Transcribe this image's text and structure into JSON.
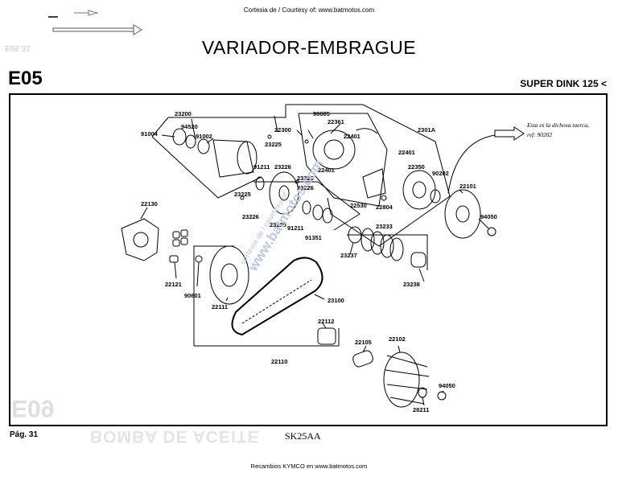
{
  "header": {
    "courtesy": "Cortesia de / Courtesy of: www.batmotos.com",
    "title": "VARIADOR-EMBRAGUE",
    "section_code": "E05",
    "model": "SUPER DINK 125 <"
  },
  "note": {
    "line1": "Esta es la dichosa tuerca,",
    "line2": "ref: 90202"
  },
  "watermark": {
    "main": "www.batmotos.com",
    "sub": "cortesia de / courtesy of"
  },
  "ghost": {
    "top": "E05 31",
    "e09": "E09",
    "bottom": "BOMBA DE ACEITE"
  },
  "parts": {
    "p23200": "23200",
    "p94520": "94520",
    "p91004": "91004",
    "p91002": "91002",
    "p90605": "90605",
    "p22361": "22361",
    "p22300": "22300",
    "p2301A": "2301A",
    "p22401a": "22401",
    "p22401b": "22401",
    "p22401c": "22401",
    "p23225a": "23225",
    "p23225b": "23225",
    "p23225c": "23225",
    "p91211a": "91211",
    "p91211b": "91211",
    "p23226a": "23226",
    "p23226b": "23226",
    "p23226c": "23226",
    "p22350": "22350",
    "p90202": "90202",
    "p22101": "22101",
    "p22130": "22130",
    "p23220": "23220",
    "p22530": "22530",
    "p22804": "22804",
    "p94050a": "94050",
    "p91351": "91351",
    "p23233": "23233",
    "p23237": "23237",
    "p23238": "23238",
    "p22121": "22121",
    "p90601": "90601",
    "p22111": "22111",
    "p23100": "23100",
    "p22112": "22112",
    "p22105": "22105",
    "p22102": "22102",
    "p22110": "22110",
    "p94050b": "94050",
    "p28211": "28211"
  },
  "footer": {
    "page": "Pág. 31",
    "code": "SK25AA",
    "text": "Recambios KYMCO en www.batmotos.com"
  }
}
